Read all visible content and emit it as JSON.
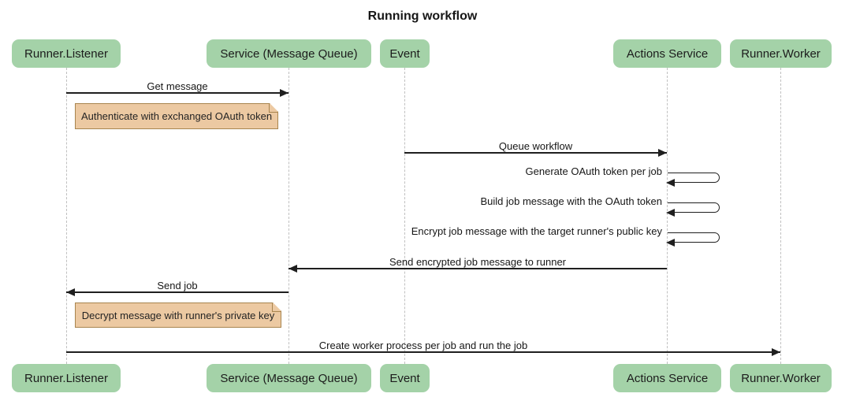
{
  "title": "Running workflow",
  "actors": [
    {
      "label": "Runner.Listener"
    },
    {
      "label": "Service (Message Queue)"
    },
    {
      "label": "Event"
    },
    {
      "label": "Actions Service"
    },
    {
      "label": "Runner.Worker"
    }
  ],
  "messages": [
    {
      "text": "Get message",
      "from": "Runner.Listener",
      "to": "Service (Message Queue)",
      "kind": "arrow-right"
    },
    {
      "text": "Queue workflow",
      "from": "Event",
      "to": "Actions Service",
      "kind": "arrow-right"
    },
    {
      "text": "Generate OAuth token per job",
      "from": "Actions Service",
      "to": "Actions Service",
      "kind": "self-loop"
    },
    {
      "text": "Build job message with the OAuth token",
      "from": "Actions Service",
      "to": "Actions Service",
      "kind": "self-loop"
    },
    {
      "text": "Encrypt job message with the target runner's public key",
      "from": "Actions Service",
      "to": "Actions Service",
      "kind": "self-loop"
    },
    {
      "text": "Send encrypted job message to runner",
      "from": "Actions Service",
      "to": "Service (Message Queue)",
      "kind": "arrow-left"
    },
    {
      "text": "Send job",
      "from": "Service (Message Queue)",
      "to": "Runner.Listener",
      "kind": "arrow-left"
    },
    {
      "text": "Create worker process per job and run the job",
      "from": "Runner.Listener",
      "to": "Runner.Worker",
      "kind": "arrow-right"
    }
  ],
  "notes": [
    {
      "text": "Authenticate with exchanged OAuth token",
      "position": "right of Runner.Listener"
    },
    {
      "text": "Decrypt message with runner's private key",
      "position": "right of Runner.Listener"
    }
  ],
  "colors": {
    "background": "#ffffff",
    "actor_fill": "#a4d2a8",
    "note_fill": "#ecc9a2",
    "note_border": "#a8854f",
    "line": "#1f1f1f",
    "lifeline": "#c0c0c0",
    "text": "#161616"
  }
}
